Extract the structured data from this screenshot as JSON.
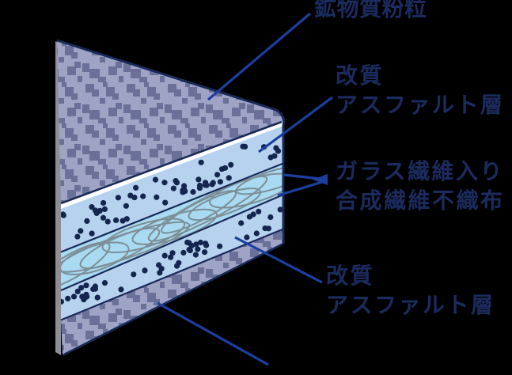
{
  "page": {
    "background": "#000000"
  },
  "labels": {
    "top_surface": "鉱物質粉粒",
    "asphalt_top": {
      "line1": "改質",
      "line2": "アスファルト層"
    },
    "fiber_core": {
      "line1": "ガラス繊維入り",
      "line2": "合成繊維不織布"
    },
    "asphalt_bottom": {
      "line1": "改質",
      "line2": "アスファルト層"
    }
  },
  "layers": {
    "top_surface": "mineral-granule-surface",
    "white_band": "white-edge-band",
    "asphalt_top": "modified-asphalt-layer-top",
    "fiber_core": "glass-fiber-nonwoven-core",
    "asphalt_bottom": "modified-asphalt-layer-bottom",
    "bottom_surface": "mineral-granule-backing",
    "side_face": "left-cut-face"
  },
  "colors": {
    "page_bg": "#000000",
    "label_text": "#1b2b5e",
    "leader_line": "#1c3f9f",
    "outline": "#1a2a58",
    "granule_base": "#9fa3c6",
    "granule_speckle": "#6b7099",
    "asphalt_base": "#b7d2ee",
    "asphalt_dot": "#14264e",
    "fiber_base": "#a8daf2",
    "fiber_swirl": "#7d8e96",
    "white_band": "#ffffff",
    "side_face": "#8e8e96"
  }
}
